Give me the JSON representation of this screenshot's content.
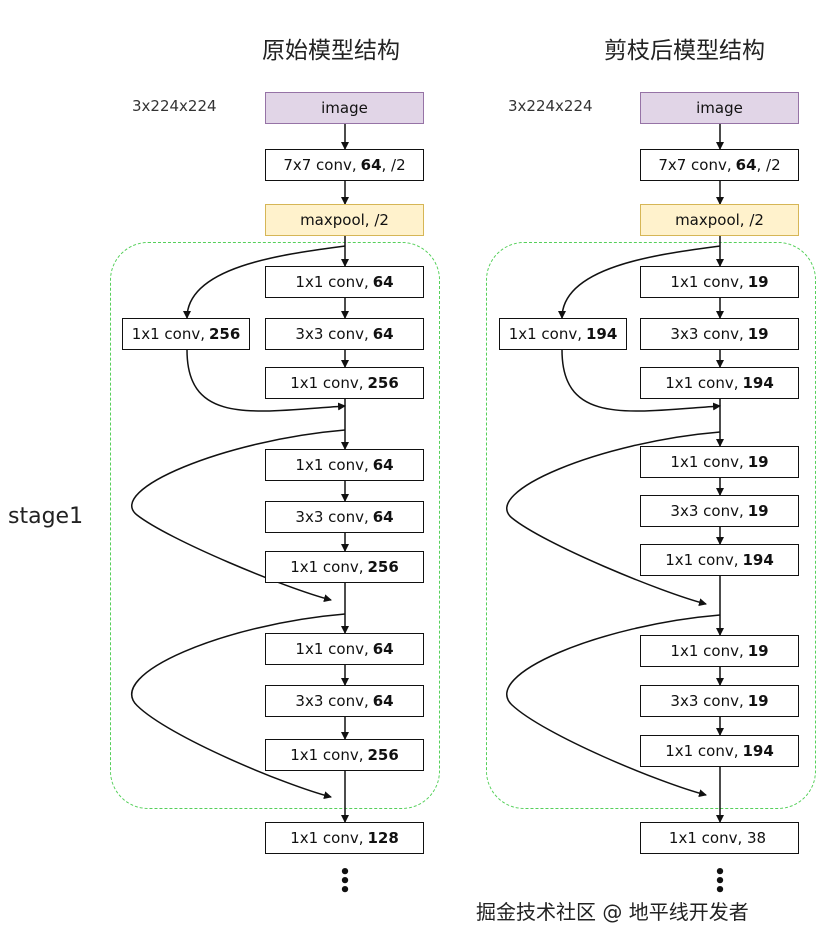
{
  "left": {
    "title": "原始模型结构",
    "input_size": "3x224x224",
    "stem": [
      {
        "text": "image",
        "bold": ""
      },
      {
        "text": "7x7 conv,",
        "bold": "64",
        "suffix": ", /2"
      },
      {
        "text": "maxpool, /2",
        "bold": ""
      }
    ],
    "shortcut": {
      "text": "1x1 conv,",
      "bold": "256"
    },
    "blocks": [
      [
        {
          "text": "1x1 conv,",
          "bold": "64"
        },
        {
          "text": "3x3 conv,",
          "bold": "64"
        },
        {
          "text": "1x1 conv,",
          "bold": "256"
        }
      ],
      [
        {
          "text": "1x1 conv,",
          "bold": "64"
        },
        {
          "text": "3x3 conv,",
          "bold": "64"
        },
        {
          "text": "1x1 conv,",
          "bold": "256"
        }
      ],
      [
        {
          "text": "1x1 conv,",
          "bold": "64"
        },
        {
          "text": "3x3 conv,",
          "bold": "64"
        },
        {
          "text": "1x1 conv,",
          "bold": "256"
        }
      ]
    ],
    "next": {
      "text": "1x1 conv,",
      "bold": "128"
    }
  },
  "right": {
    "title": "剪枝后模型结构",
    "input_size": "3x224x224",
    "stem": [
      {
        "text": "image",
        "bold": ""
      },
      {
        "text": "7x7 conv,",
        "bold": "64",
        "suffix": ", /2"
      },
      {
        "text": "maxpool, /2",
        "bold": ""
      }
    ],
    "shortcut": {
      "text": "1x1 conv,",
      "bold": "194"
    },
    "blocks": [
      [
        {
          "text": "1x1 conv,",
          "bold": "19"
        },
        {
          "text": "3x3 conv,",
          "bold": "19"
        },
        {
          "text": "1x1 conv,",
          "bold": "194"
        }
      ],
      [
        {
          "text": "1x1 conv,",
          "bold": "19"
        },
        {
          "text": "3x3 conv,",
          "bold": "19"
        },
        {
          "text": "1x1 conv,",
          "bold": "194"
        }
      ],
      [
        {
          "text": "1x1 conv,",
          "bold": "19"
        },
        {
          "text": "3x3 conv,",
          "bold": "19"
        },
        {
          "text": "1x1 conv,",
          "bold": "194"
        }
      ]
    ],
    "next": {
      "text": "1x1 conv, 38",
      "bold": ""
    }
  },
  "stage_label": "stage1",
  "watermark": "掘金技术社区 @ 地平线开发者",
  "colors": {
    "image_fill": "#e1d5e7",
    "image_border": "#9673a6",
    "pool_fill": "#fff2cc",
    "pool_border": "#d6b656",
    "stage_border": "#55d05a"
  }
}
